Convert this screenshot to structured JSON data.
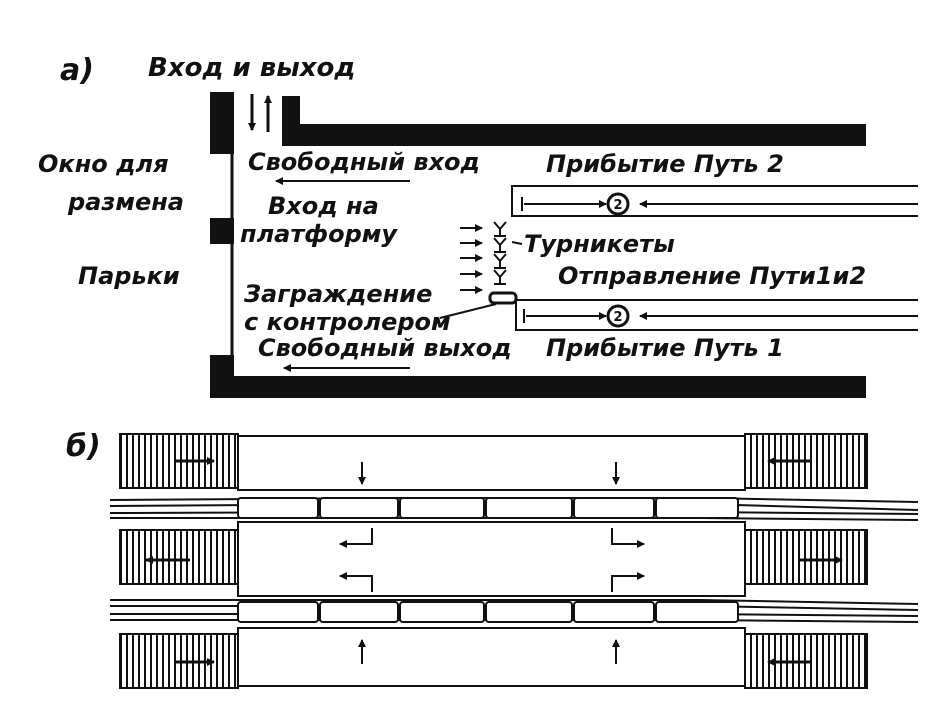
{
  "diagram_a": {
    "tag": "а)",
    "entrance_exit": "Вход и выход",
    "exchange_window_line1": "Окно для",
    "exchange_window_line2": "размена",
    "parking": "Парьки",
    "free_entrance": "Свободный вход",
    "platform_entrance_line1": "Вход на",
    "platform_entrance_line2": "платформу",
    "turnstiles": "Турникеты",
    "barrier_line1": "Заграждение",
    "barrier_line2": "с контролером",
    "free_exit": "Свободный выход",
    "arrival_track2": "Прибытие  Путь 2",
    "departure_tracks": "Отправление Пути1и2",
    "arrival_track1": "Прибытие  Путь 1",
    "track_marker_top": "2",
    "track_marker_bottom": "2"
  },
  "diagram_b": {
    "tag": "б)"
  },
  "colors": {
    "ink": "#111111",
    "paper": "#ffffff"
  }
}
